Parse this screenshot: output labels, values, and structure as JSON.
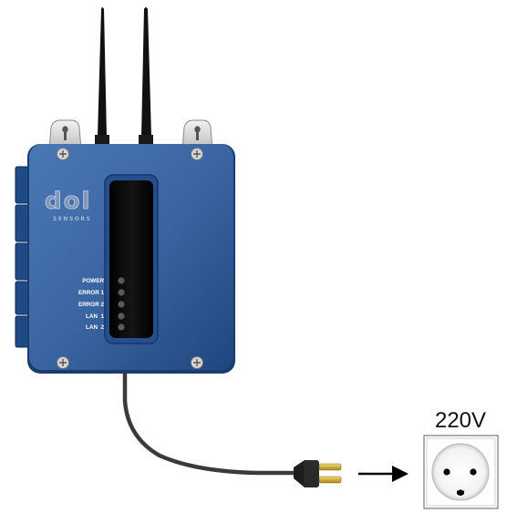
{
  "device": {
    "logo": "dol",
    "logo_sub": "SENSORS",
    "body_color": "#2f5a93",
    "body_dark": "#1a3c6e",
    "window_color": "#0b0b0b",
    "led_labels": [
      "POWER",
      "ERROR 1",
      "ERROR 2",
      "LAN  1",
      "LAN  2"
    ]
  },
  "power": {
    "voltage_label": "220V",
    "cable_color": "#3a3a3a",
    "prong_color": "#c9a227"
  }
}
